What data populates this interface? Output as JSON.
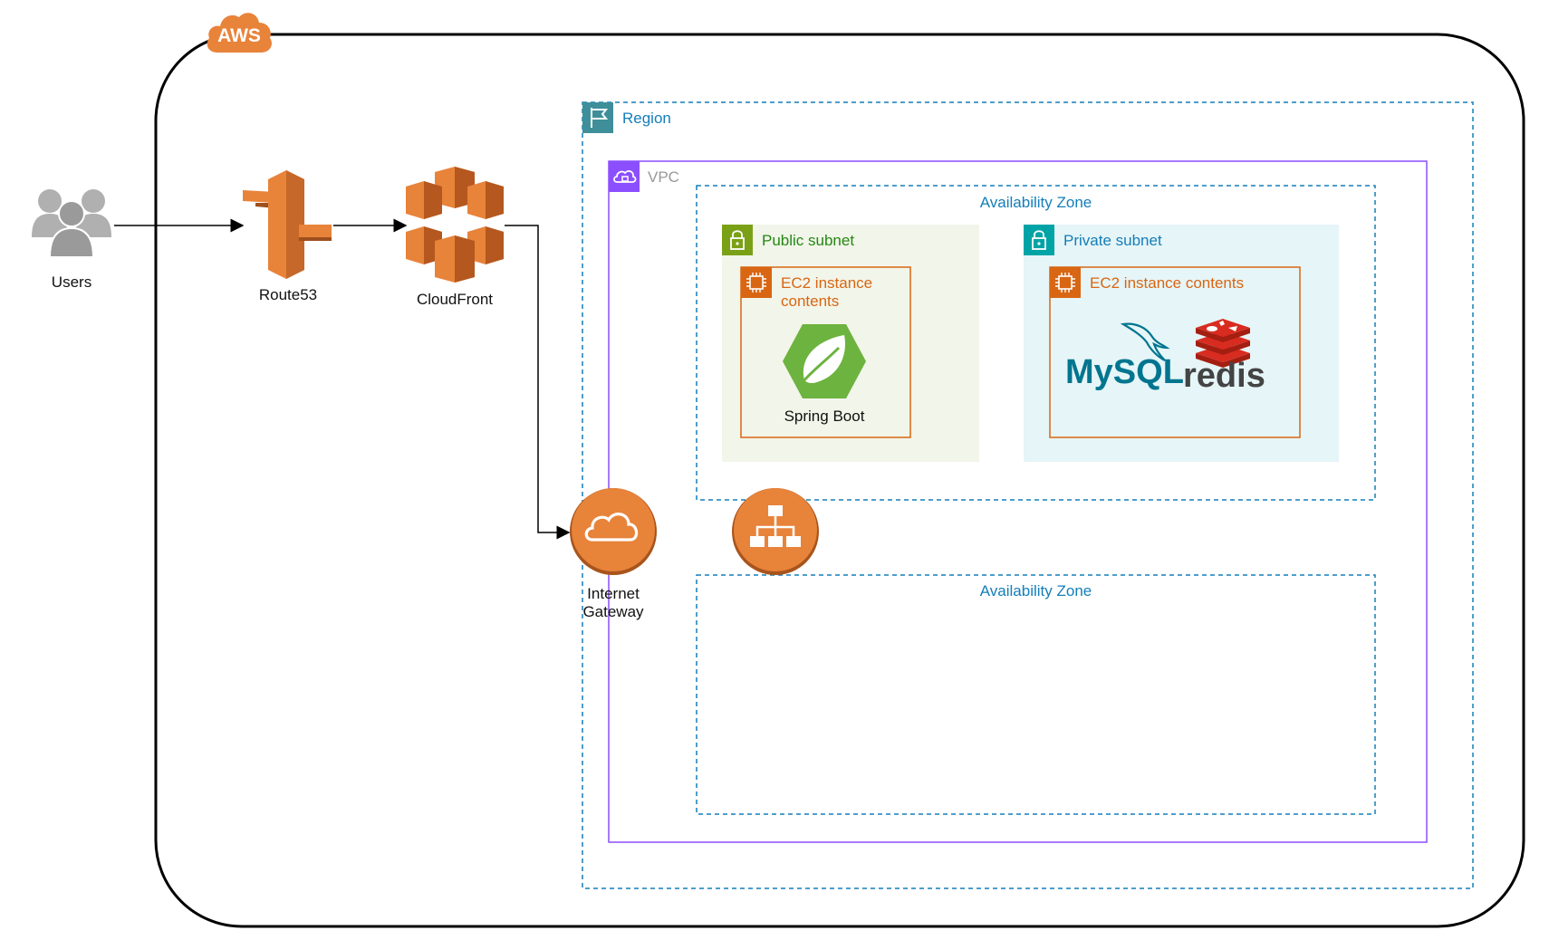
{
  "diagram": {
    "aws_badge": "AWS",
    "users_label": "Users",
    "route53_label": "Route53",
    "cloudfront_label": "CloudFront",
    "region_label": "Region",
    "vpc_label": "VPC",
    "az_top_label": "Availability Zone",
    "az_bottom_label": "Availability Zone",
    "public_subnet_label": "Public subnet",
    "private_subnet_label": "Private subnet",
    "public_ec2_label_line1": "EC2 instance",
    "public_ec2_label_line2": "contents",
    "private_ec2_label": "EC2 instance contents",
    "spring_label": "Spring Boot",
    "mysql_logo": "MySQL",
    "redis_logo": "redis",
    "igw_label_line1": "Internet",
    "igw_label_line2": "Gateway"
  },
  "colors": {
    "aws_orange": "#E8833A",
    "region_teal": "#147EBA",
    "vpc_purple": "#8C4FFF",
    "public_green": "#7AA116",
    "private_teal": "#00A4A6",
    "ec2_orange": "#D86613",
    "spring_green": "#6DB33F",
    "mysql_blue": "#00758F",
    "redis_red": "#D82C20"
  },
  "icons": [
    "aws-cloud-icon",
    "users-icon",
    "route53-icon",
    "cloudfront-icon",
    "region-flag-icon",
    "vpc-cloud-icon",
    "lock-icon",
    "chip-icon",
    "spring-leaf-icon",
    "dolphin-icon",
    "redis-stack-icon",
    "internet-gateway-icon",
    "load-balancer-icon"
  ]
}
